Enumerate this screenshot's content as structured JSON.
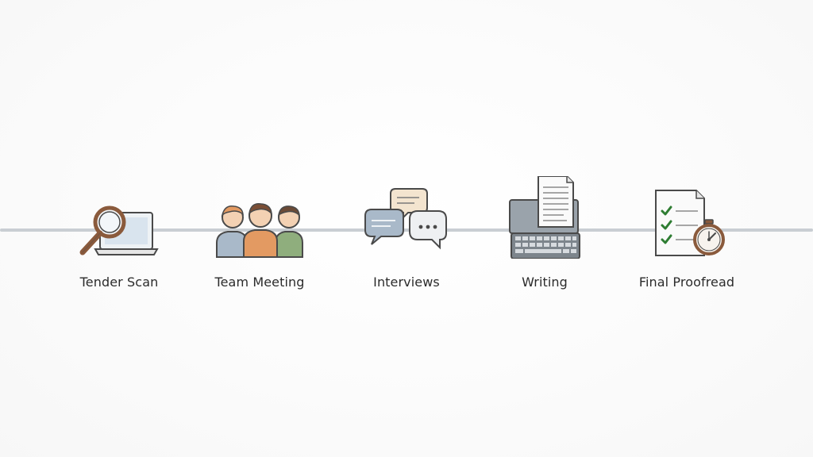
{
  "steps": [
    {
      "label": "Tender Scan",
      "icon": "magnifier-laptop-icon"
    },
    {
      "label": "Team Meeting",
      "icon": "team-people-icon"
    },
    {
      "label": "Interviews",
      "icon": "speech-bubbles-icon"
    },
    {
      "label": "Writing",
      "icon": "laptop-document-icon"
    },
    {
      "label": "Final Proofread",
      "icon": "checklist-stopwatch-icon"
    }
  ],
  "colors": {
    "line": "#c9ced3",
    "accent_brown": "#8a5a3c",
    "check_green": "#2e7d32",
    "person_orange": "#e39a62",
    "person_blue": "#a9b9c9",
    "person_green": "#8fae7d"
  }
}
